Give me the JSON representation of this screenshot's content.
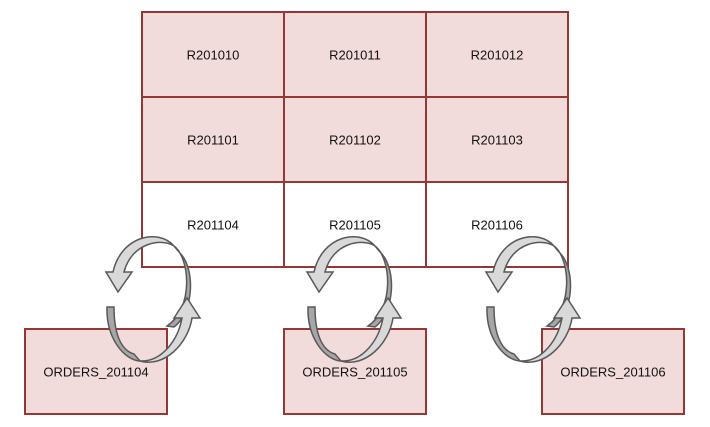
{
  "partition_grid": {
    "rows": [
      [
        {
          "label": "R201010",
          "filled": true
        },
        {
          "label": "R201011",
          "filled": true
        },
        {
          "label": "R201012",
          "filled": true
        }
      ],
      [
        {
          "label": "R201101",
          "filled": true
        },
        {
          "label": "R201102",
          "filled": true
        },
        {
          "label": "R201103",
          "filled": true
        }
      ],
      [
        {
          "label": "R201104",
          "filled": false
        },
        {
          "label": "R201105",
          "filled": false
        },
        {
          "label": "R201106",
          "filled": false
        }
      ]
    ]
  },
  "tables": [
    {
      "label": "ORDERS_201104",
      "exchanges_with": "R201104"
    },
    {
      "label": "ORDERS_201105",
      "exchanges_with": "R201105"
    },
    {
      "label": "ORDERS_201106",
      "exchanges_with": "R201106"
    }
  ],
  "exchange_icon": "circular-swap-arrows-icon",
  "colors": {
    "fill": "#f2dcdb",
    "stroke": "#953735",
    "empty_fill": "#ffffff",
    "arrow_dark": "#a6a6a6",
    "arrow_light": "#d9d9d9",
    "arrow_outline": "#595959",
    "text": "#111111"
  }
}
